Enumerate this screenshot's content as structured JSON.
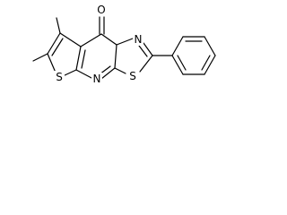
{
  "atoms": {
    "oxygen": "O",
    "nitrogen_top": "N",
    "nitrogen_bottom": "N",
    "sulfur_left": "S",
    "sulfur_right": "S"
  }
}
